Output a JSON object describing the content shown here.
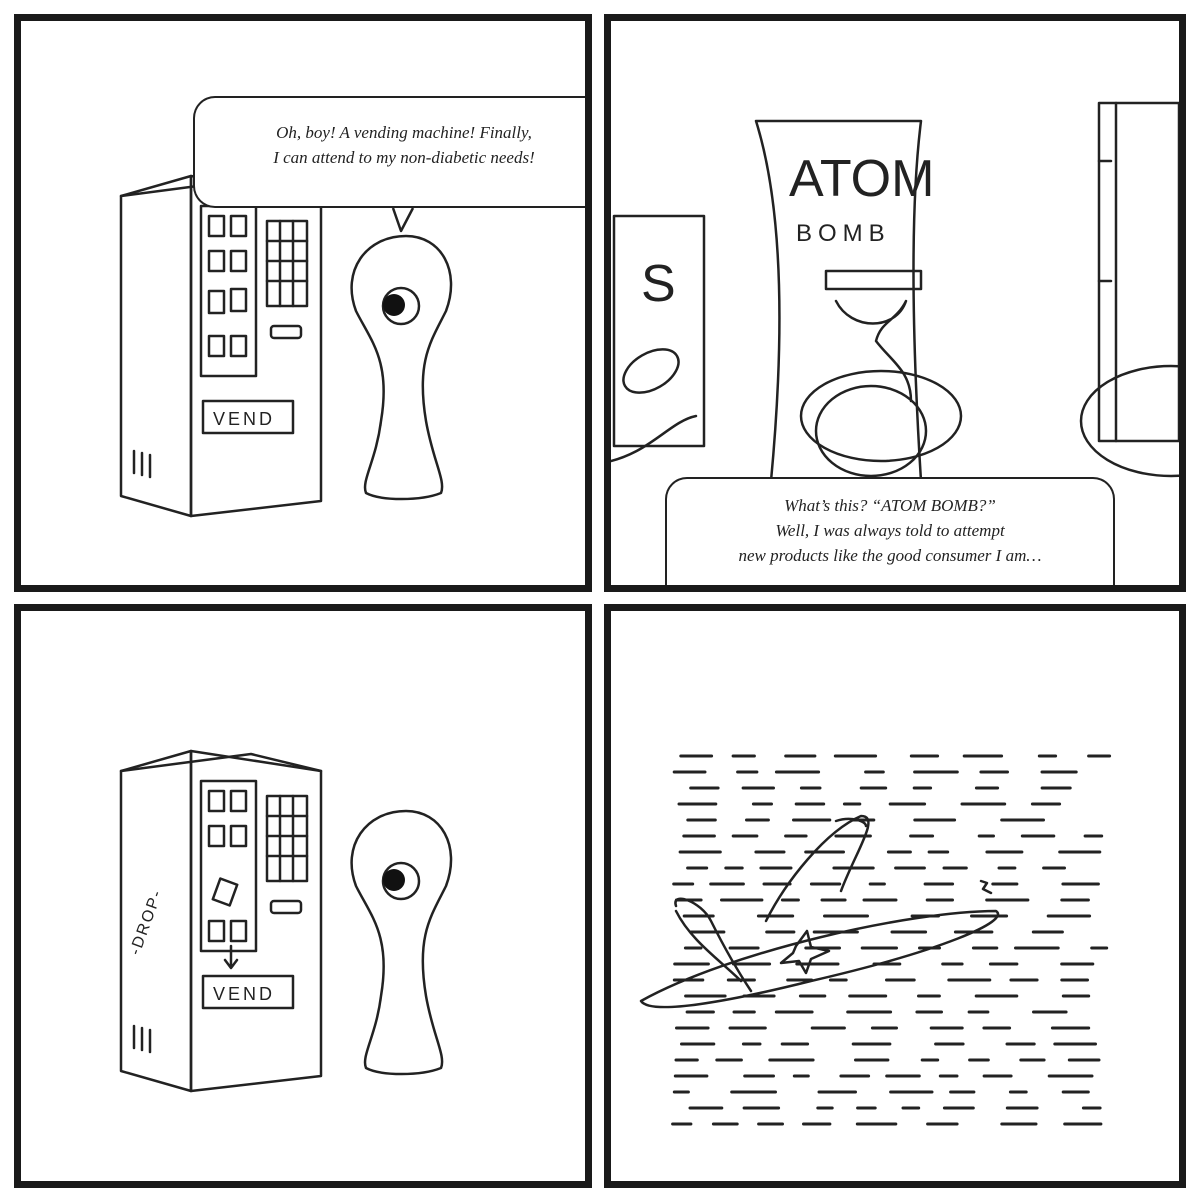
{
  "panel1": {
    "speech_line1": "Oh, boy! A vending machine! Finally,",
    "speech_line2": "I can attend to my non-diabetic needs!",
    "vend_label": "VEND"
  },
  "panel2": {
    "sign_title": "ATOM",
    "sign_subtitle": "BOMB",
    "side_sign_text": "S",
    "caption_line1": "What’s this? “ATOM BOMB?”",
    "caption_line2": "Well, I was always told to attempt",
    "caption_line3": "new products like the good consumer I am…"
  },
  "panel3": {
    "vend_label": "VEND",
    "sound_effect": "-DROP-"
  },
  "panel4": {}
}
